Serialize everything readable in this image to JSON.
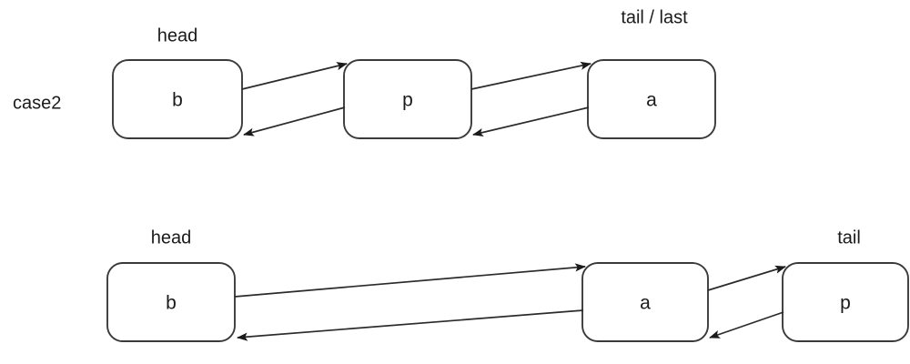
{
  "diagram": {
    "title_label": "case2",
    "colors": {
      "background": "#ffffff",
      "box_stroke": "#3a3a3a",
      "box_fill": "#ffffff",
      "line": "#2b2b2b",
      "text": "#1a1a1a"
    },
    "rows": [
      {
        "id": "row-before",
        "row_label": "case2",
        "nodes": [
          {
            "id": "n1",
            "value": "b",
            "annotation": "head"
          },
          {
            "id": "n2",
            "value": "p",
            "annotation": ""
          },
          {
            "id": "n3",
            "value": "a",
            "annotation": "tail / last"
          }
        ],
        "links": [
          {
            "from": "b",
            "to": "p",
            "direction": "forward"
          },
          {
            "from": "p",
            "to": "b",
            "direction": "backward"
          },
          {
            "from": "p",
            "to": "a",
            "direction": "forward"
          },
          {
            "from": "a",
            "to": "p",
            "direction": "backward"
          }
        ]
      },
      {
        "id": "row-after",
        "row_label": "",
        "nodes": [
          {
            "id": "m1",
            "value": "b",
            "annotation": "head"
          },
          {
            "id": "m2",
            "value": "a",
            "annotation": ""
          },
          {
            "id": "m3",
            "value": "p",
            "annotation": "tail"
          }
        ],
        "links": [
          {
            "from": "b",
            "to": "a",
            "direction": "forward"
          },
          {
            "from": "a",
            "to": "b",
            "direction": "backward"
          },
          {
            "from": "a",
            "to": "p",
            "direction": "forward"
          },
          {
            "from": "p",
            "to": "a",
            "direction": "backward"
          }
        ]
      }
    ]
  }
}
